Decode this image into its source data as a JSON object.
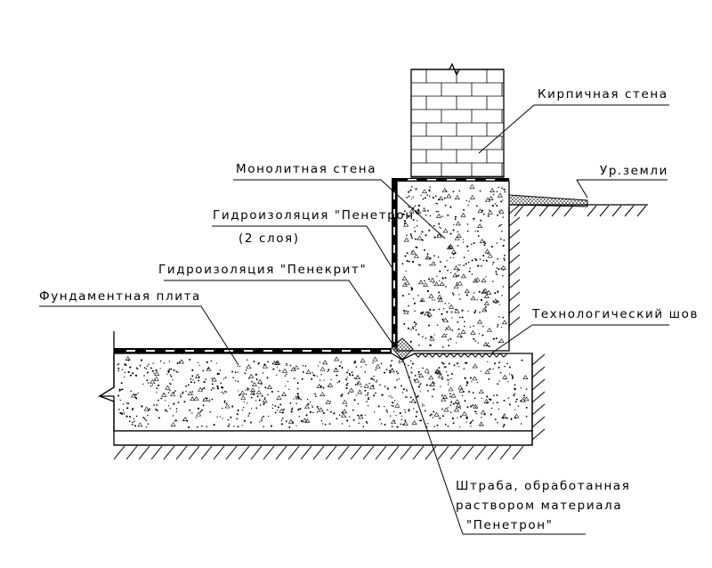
{
  "labels": {
    "brick_wall": "Кирпичная стена",
    "monolithic_wall": "Монолитная стена",
    "ground_level": "Ур.земли",
    "waterproof_penetron_line1": "Гидроизоляция \"Пенетрон\"",
    "waterproof_penetron_line2": "(2 слоя)",
    "waterproof_penekrit": "Гидроизоляция \"Пенекрит\"",
    "foundation_slab": "Фундаментная плита",
    "construction_joint": "Технологический шов",
    "groove_line1": "Штраба, обработанная",
    "groove_line2": "раствором материала",
    "groove_line3": "\"Пенетрон\""
  }
}
